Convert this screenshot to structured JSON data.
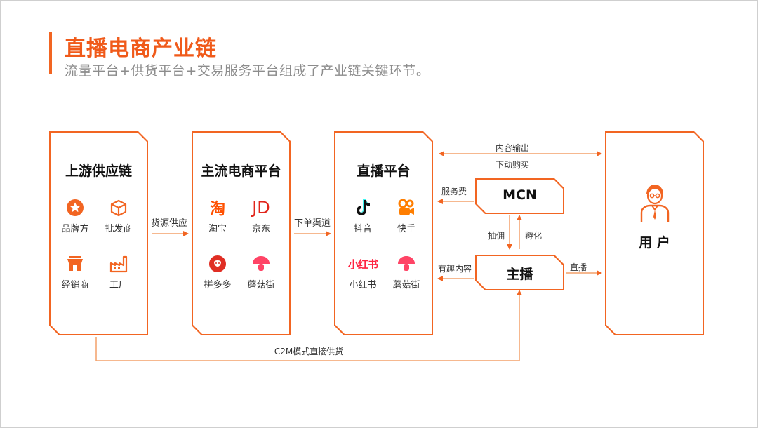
{
  "header": {
    "title": "直播电商产业链",
    "subtitle": "流量平台+供货平台+交易服务平台组成了产业链关键环节。"
  },
  "colors": {
    "accent": "#f26522",
    "line": "#f4a06a"
  },
  "columns": {
    "supply": {
      "title": "上游供应链",
      "items": [
        {
          "label": "品牌方",
          "icon": "star-badge-icon"
        },
        {
          "label": "批发商",
          "icon": "box-icon"
        },
        {
          "label": "经销商",
          "icon": "store-icon"
        },
        {
          "label": "工厂",
          "icon": "factory-icon"
        }
      ]
    },
    "ecommerce": {
      "title": "主流电商平台",
      "items": [
        {
          "label": "淘宝",
          "logo": "淘",
          "icon": "taobao-logo-icon"
        },
        {
          "label": "京东",
          "logo": "JD",
          "icon": "jd-logo-icon"
        },
        {
          "label": "拼多多",
          "icon": "pinduoduo-logo-icon"
        },
        {
          "label": "蘑菇街",
          "icon": "mogujie-logo-icon"
        }
      ]
    },
    "live": {
      "title": "直播平台",
      "items": [
        {
          "label": "抖音",
          "icon": "douyin-logo-icon"
        },
        {
          "label": "快手",
          "icon": "kuaishou-logo-icon"
        },
        {
          "label": "小红书",
          "logo": "小红书",
          "icon": "xiaohongshu-logo-icon"
        },
        {
          "label": "蘑菇街",
          "icon": "mogujie-logo-icon"
        }
      ]
    },
    "user": {
      "title": "用 户",
      "icon": "user-avatar-icon"
    }
  },
  "nodes": {
    "mcn": "MCN",
    "anchor": "主播"
  },
  "flows": {
    "supply_to_ecom": "货源供应",
    "ecom_to_live": "下单渠道",
    "content_output": "内容输出",
    "purchase": "下动购买",
    "service_fee": "服务费",
    "commission": "抽佣",
    "incubate": "孵化",
    "interesting_content": "有趣内容",
    "live_stream": "直播",
    "c2m": "C2M模式直接供货"
  }
}
